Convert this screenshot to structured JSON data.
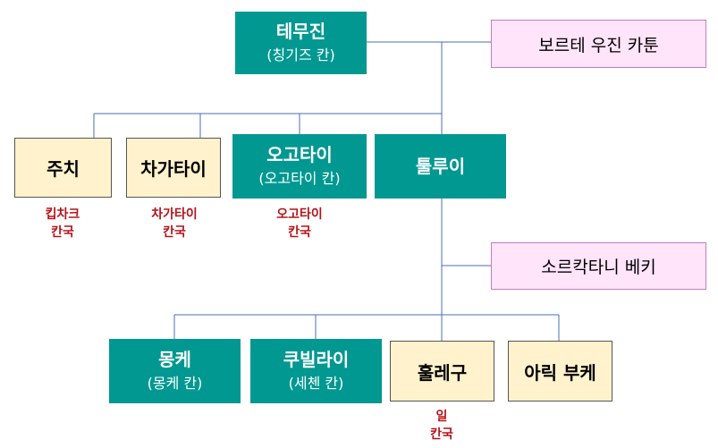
{
  "nodes": {
    "temujin": {
      "name": "테무진",
      "title": "(칭기즈 칸)"
    },
    "borte": {
      "name": "보르테 우진 카툰"
    },
    "jochi": {
      "name": "주치",
      "khanate": [
        "킵차크",
        "칸국"
      ]
    },
    "chagatai": {
      "name": "차가타이",
      "khanate": [
        "차가타이",
        "칸국"
      ]
    },
    "ogedei": {
      "name": "오고타이",
      "title": "(오고타이 칸)",
      "khanate": [
        "오고타이",
        "칸국"
      ]
    },
    "tolui": {
      "name": "툴루이"
    },
    "sorghaghtani": {
      "name": "소르칵타니 베키"
    },
    "mongke": {
      "name": "몽케",
      "title": "(몽케 칸)"
    },
    "kublai": {
      "name": "쿠빌라이",
      "title": "(세첸 칸)"
    },
    "hulegu": {
      "name": "훌레구",
      "khanate": [
        "일",
        "칸국"
      ]
    },
    "ariq_boke": {
      "name": "아릭 부케"
    }
  },
  "colors": {
    "ruler": "#009891",
    "non_ruler": "#fff2cc",
    "spouse": "#ffe4fa",
    "spouse_border": "#c77bc0",
    "khanate_text": "#b4141a",
    "line": "#4a6fb5"
  }
}
